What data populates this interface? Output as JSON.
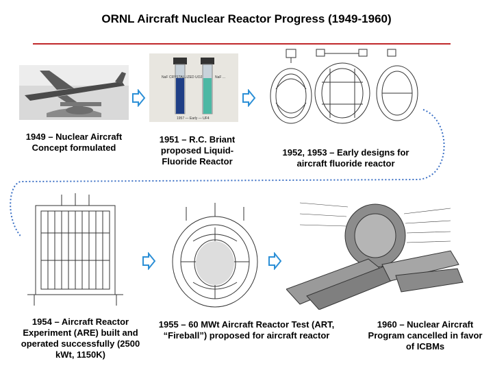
{
  "title": "ORNL Aircraft Nuclear Reactor Progress (1949-1960)",
  "images": [
    {
      "name": "aircraft-model-photo"
    },
    {
      "name": "fluoride-vials-photo",
      "labels": [
        "NaF CRYSTALLIZED UO2",
        "NaF ...",
        "1957 — Early — UF4"
      ]
    },
    {
      "name": "early-reactor-designs-drawing"
    },
    {
      "name": "are-reactor-drawing"
    },
    {
      "name": "fireball-reactor-drawing"
    },
    {
      "name": "aircraft-engine-cutaway-drawing"
    }
  ],
  "captions": {
    "c1949": "1949 – Nuclear Aircraft Concept formulated",
    "c1951": "1951 – R.C. Briant proposed Liquid-Fluoride Reactor",
    "c1952": "1952, 1953 – Early designs for aircraft fluoride reactor",
    "c1954": "1954 – Aircraft Reactor Experiment (ARE) built and operated successfully (2500 kWt, 1150K)",
    "c1955": "1955 – 60 MWt Aircraft Reactor Test (ART, “Fireball”) proposed for aircraft reactor",
    "c1960": "1960 – Nuclear Aircraft Program cancelled in favor of ICBMs"
  },
  "colors": {
    "accent": "#c0282a",
    "arrow": "#2b8fd6",
    "connector": "#3a6fc4"
  }
}
